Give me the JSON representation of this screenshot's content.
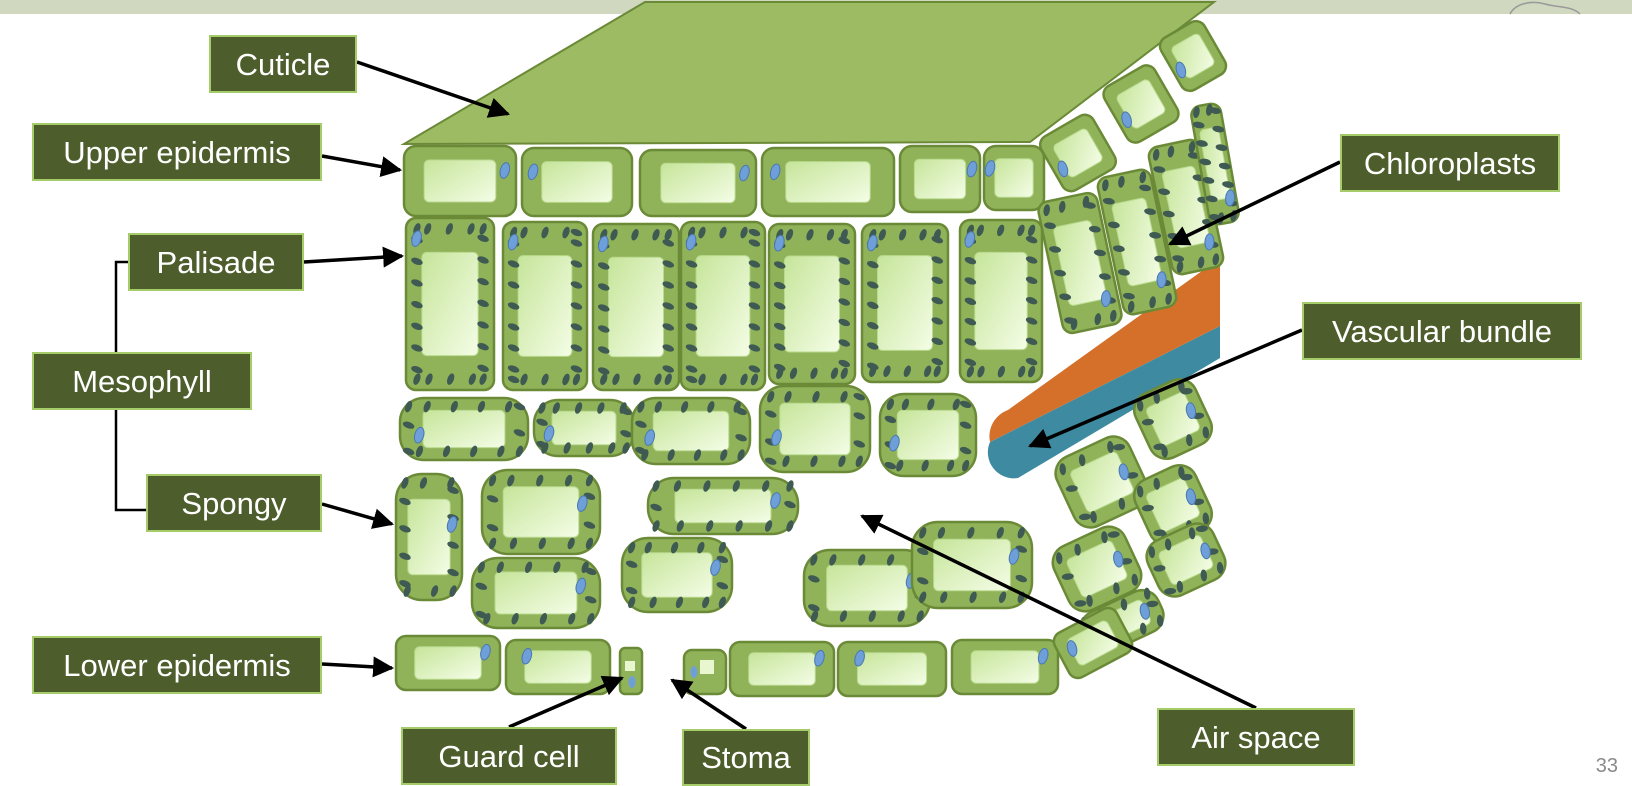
{
  "labels": {
    "cuticle": "Cuticle",
    "upper_epidermis": "Upper epidermis",
    "palisade": "Palisade",
    "mesophyll": "Mesophyll",
    "spongy": "Spongy",
    "lower_epidermis": "Lower epidermis",
    "guard_cell": "Guard cell",
    "stoma": "Stoma",
    "air_space": "Air space",
    "vascular_bundle": "Vascular bundle",
    "chloroplasts": "Chloroplasts"
  },
  "slide_number": "33",
  "colors": {
    "label_bg": "#4d5e2c",
    "label_border": "#a6cc6a",
    "cell_fill": "#90b35a",
    "cell_stroke": "#6b8a37",
    "vacuole": "#e8f7cf",
    "chloroplast": "#3e5a52",
    "nucleus": "#6e9fd9",
    "cuticle": "#9cbb63",
    "xylem": "#d4702a",
    "phloem": "#3e8aa0"
  }
}
